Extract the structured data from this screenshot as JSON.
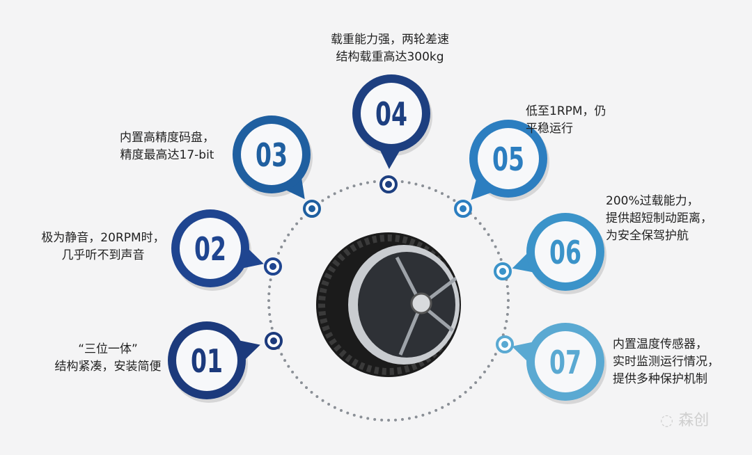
{
  "features": [
    {
      "number": "01",
      "lines": [
        "“三位一体”",
        "结构紧凑，安装简便"
      ],
      "color": "#1c3a7c"
    },
    {
      "number": "02",
      "lines": [
        "极为静音，20RPM时，",
        "几乎听不到声音"
      ],
      "color": "#1f4590"
    },
    {
      "number": "03",
      "lines": [
        "内置高精度码盘，",
        "精度最高达17-bit"
      ],
      "color": "#1f5fa0"
    },
    {
      "number": "04",
      "lines": [
        "载重能力强，两轮差速",
        "结构载重高达300kg"
      ],
      "color": "#1d3f80"
    },
    {
      "number": "05",
      "lines": [
        "低至1RPM，仍",
        "平稳运行"
      ],
      "color": "#2c7ec0"
    },
    {
      "number": "06",
      "lines": [
        "200%过载能力，",
        "提供超短制动距离，",
        "为安全保驾护航"
      ],
      "color": "#3b93c9"
    },
    {
      "number": "07",
      "lines": [
        "内置温度传感器，",
        "实时监测运行情况，",
        "提供多种保护机制"
      ],
      "color": "#5aa9d2"
    }
  ],
  "watermark": "森创"
}
